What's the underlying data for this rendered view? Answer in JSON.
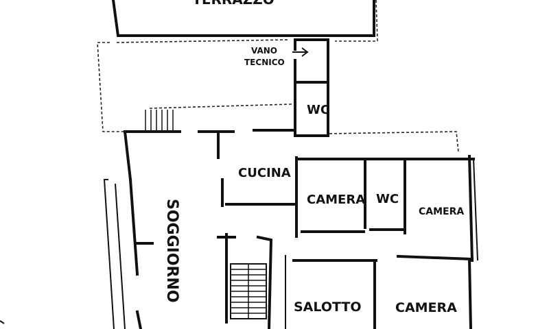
{
  "rooms": {
    "terrazzo": "TERRAZZO",
    "vano_tecnico_line1": "VANO",
    "vano_tecnico_line2": "TECNICO",
    "wc_top": "WC",
    "cucina": "CUCINA",
    "soggiorno": "SOGGIORNO",
    "camera_left": "CAMERA",
    "wc_middle": "WC",
    "camera_right": "CAMERA",
    "salotto": "SALOTTO",
    "camera_bottom": "CAMERA"
  },
  "colors": {
    "ink": "#111111",
    "paper": "#ffffff"
  }
}
